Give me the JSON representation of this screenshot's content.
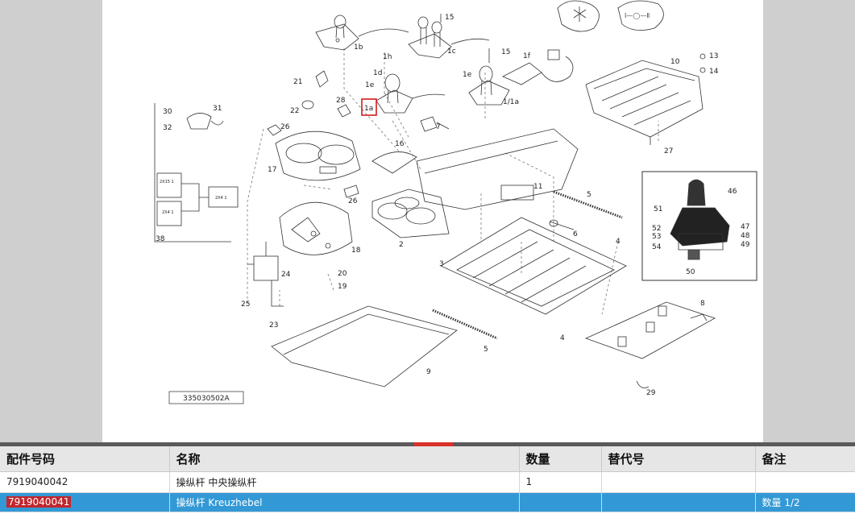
{
  "diagram": {
    "drawing_number": "335030502A",
    "callouts": {
      "c1a": "1a",
      "c1b": "1b",
      "c1c": "1c",
      "c1d": "1d",
      "c1e": "1e",
      "c1f": "1f",
      "c1h": "1h",
      "c11a": "1/1a",
      "c2": "2",
      "c3": "3",
      "c4a": "4",
      "c4b": "4",
      "c5a": "5",
      "c5b": "5",
      "c6": "6",
      "c7": "7",
      "c8": "8",
      "c9": "9",
      "c10": "10",
      "c11": "11",
      "c13": "13",
      "c14": "14",
      "c15a": "15",
      "c15b": "15",
      "c16": "16",
      "c17": "17",
      "c18": "18",
      "c19": "19",
      "c20": "20",
      "c21": "21",
      "c22": "22",
      "c23": "23",
      "c24": "24",
      "c25": "25",
      "c26a": "26",
      "c26b": "26",
      "c27": "27",
      "c28": "28",
      "c29": "29",
      "c30": "30",
      "c31": "31",
      "c32": "32",
      "c38": "38",
      "c46": "46",
      "c47": "47",
      "c48": "48",
      "c49": "49",
      "c50": "50",
      "c51": "51",
      "c52": "52",
      "c53": "53",
      "c54": "54",
      "box1": "2X15 1",
      "box2": "2X4 1",
      "box3": "2X4 1"
    },
    "symbol_texts": {
      "decal_right": "Ⅰ—◯—Ⅱ"
    }
  },
  "table": {
    "headers": [
      "配件号码",
      "名称",
      "数量",
      "替代号",
      "备注"
    ],
    "rows": [
      {
        "part_no": "7919040042",
        "name": "操纵杆 中央操纵杆",
        "qty": "1",
        "replacement": "",
        "remark": ""
      },
      {
        "part_no": "7919040041",
        "name": "操纵杆 Kreuzhebel",
        "qty": "",
        "replacement": "",
        "remark": "数量 1/2"
      }
    ]
  },
  "colors": {
    "selected_row": "#3399d6",
    "highlight": "#c1272d",
    "splitter_handle": "#d9322a"
  }
}
